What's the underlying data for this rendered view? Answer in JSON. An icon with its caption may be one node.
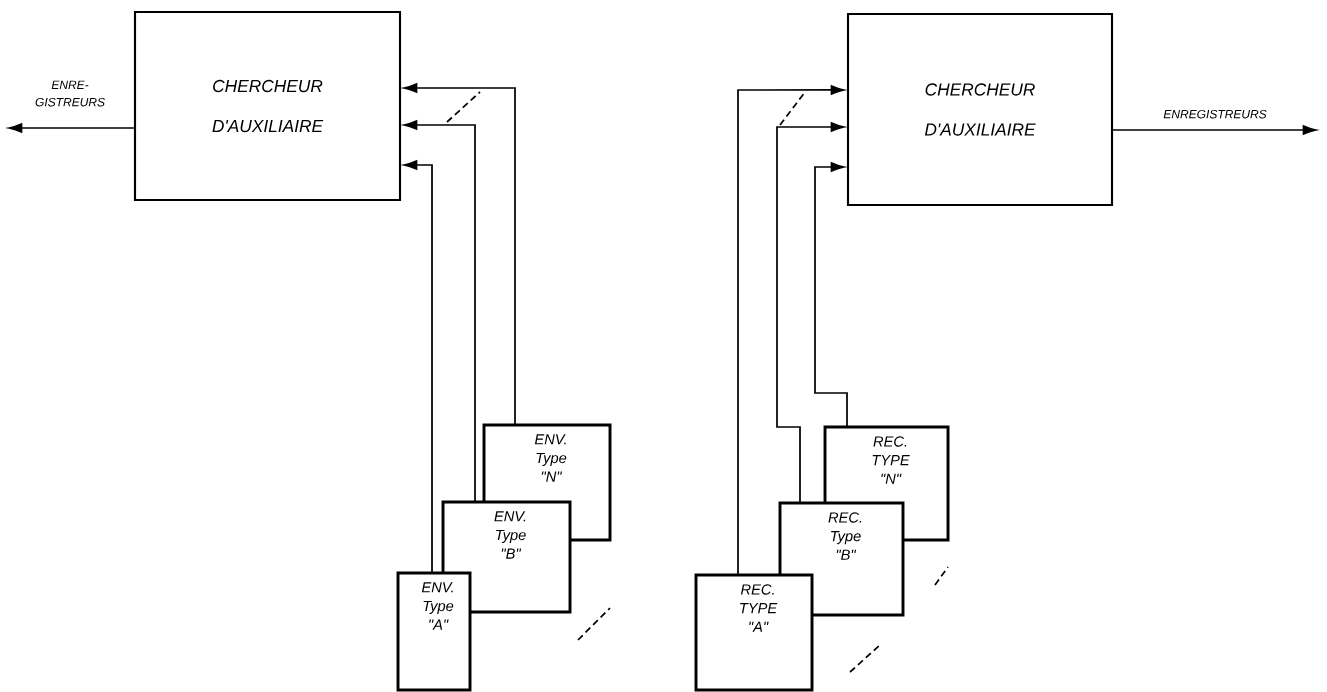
{
  "diagram": {
    "nodes": [
      {
        "text": [
          "CHERCHEUR D'AUXILIAIRE"
        ]
      },
      {
        "text": [
          "ENV. Type \"A\""
        ]
      },
      {
        "text": [
          "ENV. Type \"B\""
        ]
      },
      {
        "text": [
          "ENV. Type \"N\""
        ]
      },
      {
        "text": [
          "CHERCHEUR D'AUXILIAIRE"
        ]
      },
      {
        "text": [
          "REC. TYPE \"A\""
        ]
      },
      {
        "text": [
          "REC. Type \"B\""
        ]
      },
      {
        "text": [
          "REC. TYPE \"N\""
        ]
      }
    ],
    "edges": [
      {
        "from": 0,
        "to": null,
        "arrow": "to",
        "label": "ENRE- GISTREURS"
      },
      {
        "from": 1,
        "to": 0,
        "arrow": "to"
      },
      {
        "from": 2,
        "to": 0,
        "arrow": "to"
      },
      {
        "from": 3,
        "to": 0,
        "arrow": "to"
      },
      {
        "from": 4,
        "to": null,
        "arrow": "to",
        "label": "ENREGISTREURS"
      },
      {
        "from": 5,
        "to": 4,
        "arrow": "to"
      },
      {
        "from": 6,
        "to": 4,
        "arrow": "to"
      },
      {
        "from": 7,
        "to": 4,
        "arrow": "to"
      }
    ]
  }
}
